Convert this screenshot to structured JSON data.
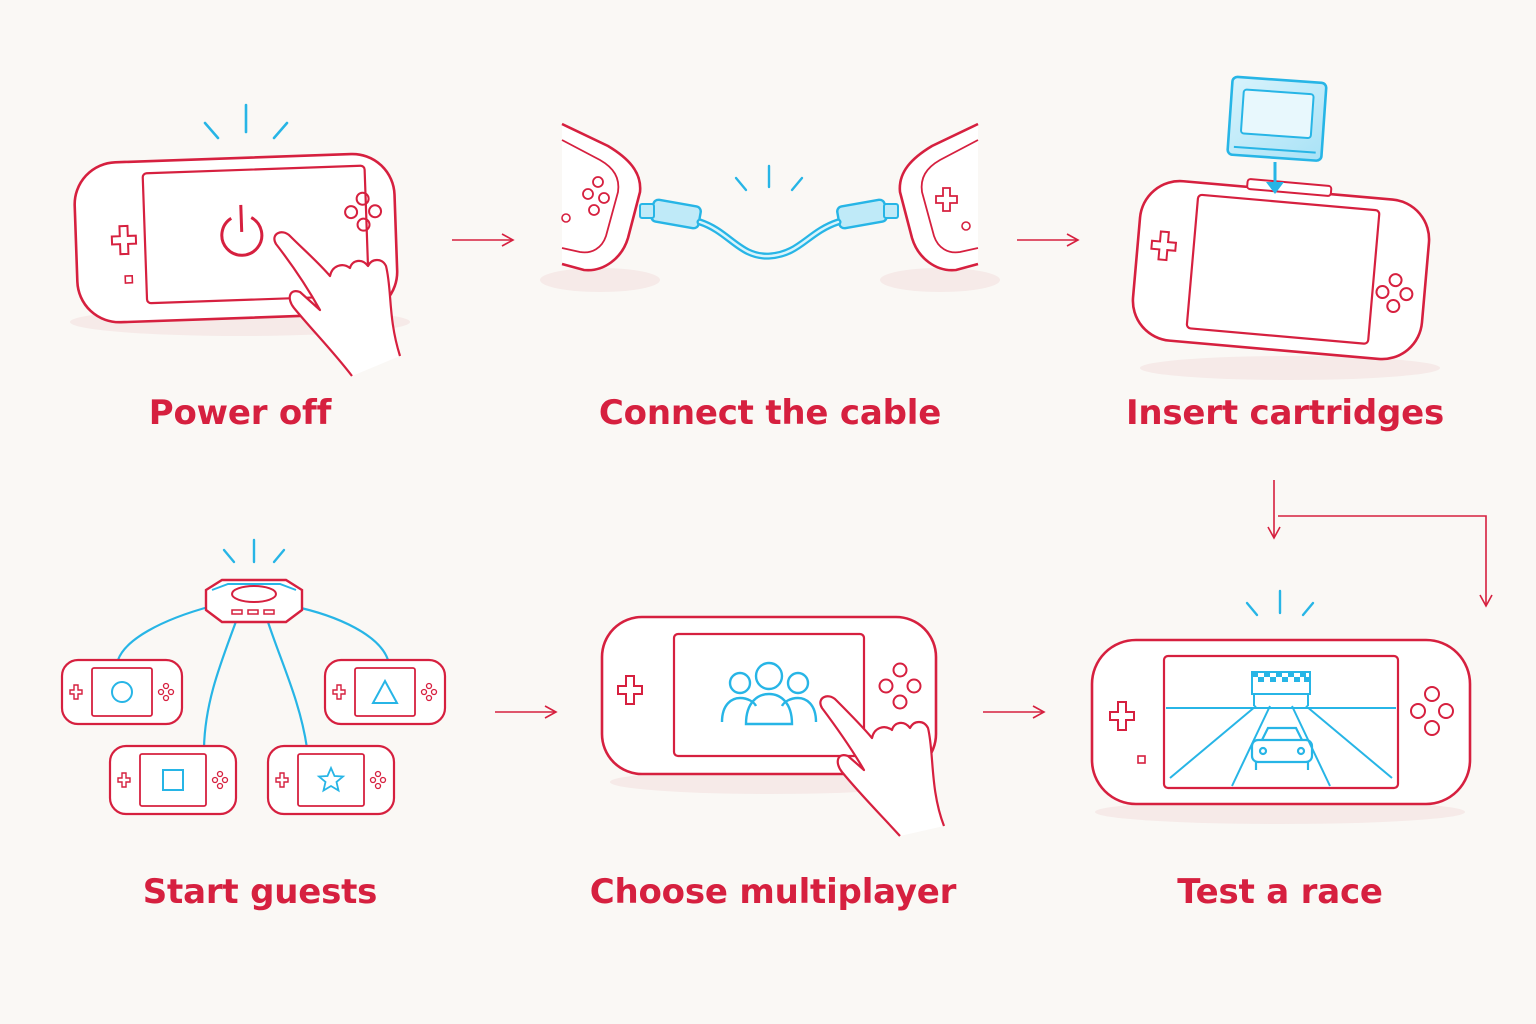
{
  "colors": {
    "accent": "#d6203f",
    "highlight": "#27b5e6",
    "background": "#faf8f5"
  },
  "steps": [
    {
      "label": "Power off",
      "icon": "power-button-icon"
    },
    {
      "label": "Connect the cable",
      "icon": "link-cable-icon"
    },
    {
      "label": "Insert cartridges",
      "icon": "cartridge-icon"
    },
    {
      "label": "Start guests",
      "icon": "wireless-hub-icon"
    },
    {
      "label": "Choose multiplayer",
      "icon": "group-icon"
    },
    {
      "label": "Test a race",
      "icon": "race-car-icon"
    }
  ]
}
